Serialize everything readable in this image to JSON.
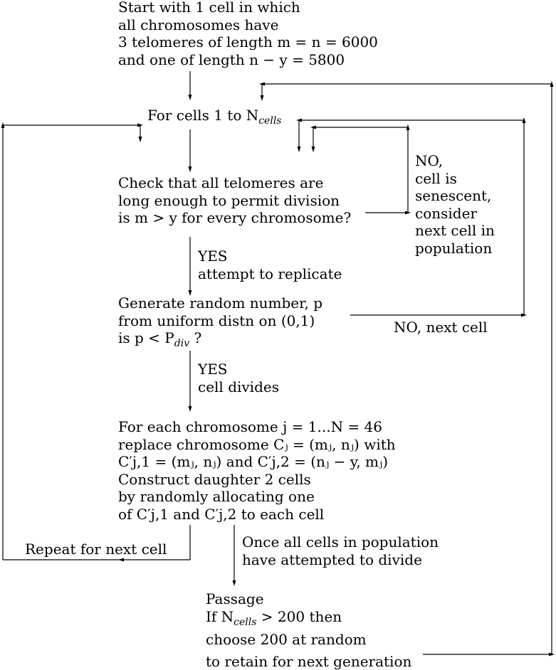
{
  "start": {
    "l1": "Start with 1 cell in which",
    "l2": "all chromosomes have",
    "l3": "3 telomeres of length m = n = 6000",
    "l4": "and one of length n − y = 5800"
  },
  "loop": {
    "l1": "For cells 1 to N",
    "sub": "cells"
  },
  "check": {
    "l1": "Check that all telomeres are",
    "l2": "long enough to permit division",
    "l3": "is m > y for every chromosome?"
  },
  "senescent": {
    "l1": "NO,",
    "l2": "cell is",
    "l3": "senescent,",
    "l4": "consider",
    "l5": "next cell in",
    "l6": "population"
  },
  "yes_replicate": {
    "l1": "YES",
    "l2": "attempt to replicate"
  },
  "random": {
    "l1": "Generate random number, p",
    "l2": "from uniform distn on (0,1)",
    "l3": "is p < P",
    "sub": "div",
    "l3_end": " ?"
  },
  "no_next": "NO, next cell",
  "yes_divides": {
    "l1": "YES",
    "l2": "cell divides"
  },
  "divide": {
    "l1": "For each chromosome j = 1...N = 46",
    "l2": "replace chromosome Cⱼ = (mⱼ, nⱼ) with",
    "l3": "C′j,1 = (mⱼ, nⱼ) and C′j,2 = (nⱼ − y, mⱼ)",
    "l4": "Construct daughter 2 cells",
    "l5": "by randomly allocating one",
    "l6": "of C′j,1 and C′j,2 to each cell"
  },
  "repeat": "Repeat for next cell",
  "all_attempted": {
    "l1": "Once all cells in population",
    "l2": "have attempted to divide"
  },
  "passage": {
    "l1": "Passage",
    "l2": "If N",
    "sub": "cells",
    "l2_end": " > 200 then",
    "l3": "choose 200 at random",
    "l4": "to retain for next generation"
  }
}
